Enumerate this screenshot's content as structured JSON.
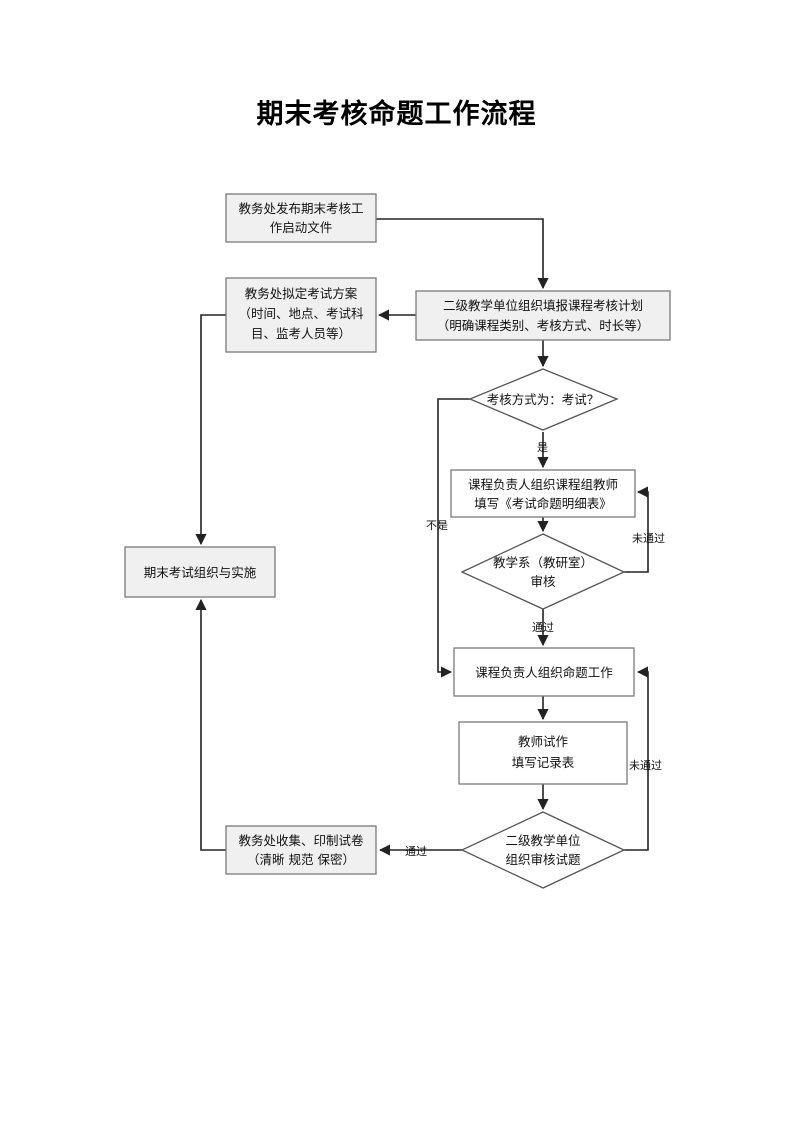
{
  "title": "期末考核命题工作流程",
  "nodes": {
    "start": {
      "line1": "教务处发布期末考核工",
      "line2": "作启动文件"
    },
    "plan": {
      "line1": "二级教学单位组织填报课程考核计划",
      "line2": "（明确课程类别、考核方式、时长等）"
    },
    "scheme": {
      "line1": "教务处拟定考试方案",
      "line2": "（时间、地点、考试科",
      "line3": "目、监考人员等）"
    },
    "decision_exam": {
      "text": "考核方式为：考试？"
    },
    "fill_table": {
      "line1": "课程负责人组织课程组教师",
      "line2": "填写《考试命题明细表》"
    },
    "dept_review": {
      "line1": "教学系（教研室）",
      "line2": "审核"
    },
    "organize": {
      "text": "课程负责人组织命题工作"
    },
    "teacher_trial": {
      "line1": "教师试作",
      "line2": "填写记录表"
    },
    "unit_review": {
      "line1": "二级教学单位",
      "line2": "组织审核试题"
    },
    "collect": {
      "line1": "教务处收集、印制试卷",
      "line2": "（清晰 规范 保密）"
    },
    "implement": {
      "text": "期末考试组织与实施"
    }
  },
  "edge_labels": {
    "yes": "是",
    "no": "不是",
    "pass1": "通过",
    "fail1": "未通过",
    "fail2": "未通过",
    "pass2": "通过"
  }
}
